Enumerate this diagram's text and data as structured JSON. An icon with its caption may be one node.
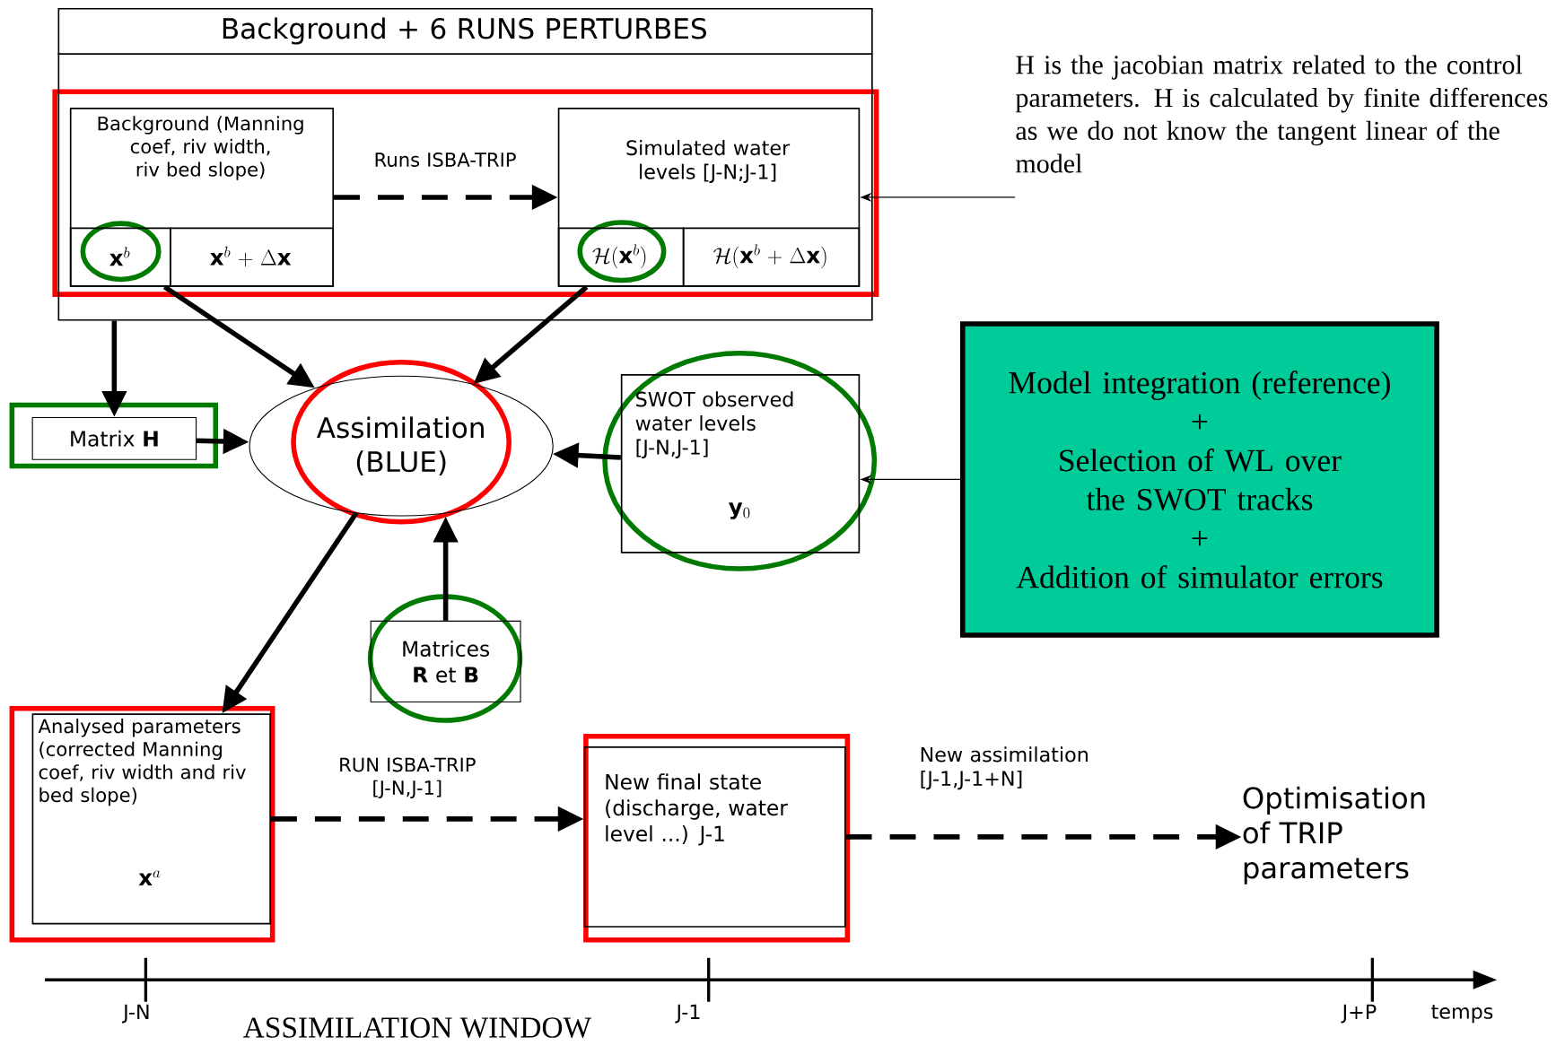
{
  "diagram": {
    "nodes": [
      {
        "text": [
          "Background + 6 RUNS PERTURBES"
        ]
      },
      {
        "text": [
          "Background (Manning coef, riv width, riv bed slope)"
        ],
        "in": 0
      },
      {
        "text": [
          "\\mathbf{x}^b"
        ],
        "in": 1
      },
      {
        "text": [
          "\\mathbf{x}^b+\\Delta\\mathbf{x}"
        ],
        "in": 1
      },
      {
        "text": [
          "Simulated water levels [J-N;J-1]"
        ],
        "in": 0
      },
      {
        "text": [
          "\\mathcal{H}(\\mathbf{x}^b)"
        ],
        "in": 4
      },
      {
        "text": [
          "\\mathcal{H}(\\mathbf{x}^b+\\Delta\\mathbf{x})"
        ],
        "in": 4
      },
      {
        "text": [
          "Matrix **H**"
        ]
      },
      {
        "text": [
          "Assimilation (BLUE)"
        ]
      },
      {
        "text": [
          "SWOT observed water levels [J-N,J-1]",
          "\\mathbf{y}_0"
        ]
      },
      {
        "text": [
          "Matrices **R** et **B**"
        ]
      },
      {
        "text": [
          "Model integration (reference)",
          "+",
          "Selection of WL over the SWOT tracks",
          "+",
          "Addition of simulator errors"
        ]
      },
      {
        "text": [
          "H is the jacobian matrix related to the control parameters. H is calculated by finite differences as we do not know the tangent linear of the model"
        ]
      },
      {
        "text": [
          "Analysed parameters (corrected Manning coef, riv width and riv bed slope)",
          "\\mathbf{x}^a"
        ]
      },
      {
        "text": [
          "New final state (discharge, water level ...) J-1"
        ]
      },
      {
        "text": [
          "Optimisation of TRIP parameters"
        ]
      }
    ],
    "edges": [
      {
        "from": 1,
        "to": 4,
        "arrow": "to",
        "label": "Runs ISBA-TRIP",
        "style": "dashed"
      },
      {
        "from": 2,
        "to": 8,
        "arrow": "to"
      },
      {
        "from": 5,
        "to": 8,
        "arrow": "to"
      },
      {
        "from": 0,
        "to": 7,
        "arrow": "to"
      },
      {
        "from": 7,
        "to": 8,
        "arrow": "to"
      },
      {
        "from": 9,
        "to": 8,
        "arrow": "to"
      },
      {
        "from": 10,
        "to": 8,
        "arrow": "to"
      },
      {
        "from": 8,
        "to": 13,
        "arrow": "to"
      },
      {
        "from": 13,
        "to": 14,
        "arrow": "to",
        "label": "RUN ISBA-TRIP [J-N,J-1]",
        "style": "dashed"
      },
      {
        "from": 14,
        "to": 15,
        "arrow": "to",
        "label": "New assimilation [J-1,J-1+N]",
        "style": "dashed"
      },
      {
        "from": 12,
        "to": 4,
        "arrow": "to"
      },
      {
        "from": 11,
        "to": 9,
        "arrow": "to"
      }
    ],
    "labels": [
      "J-N",
      "J-1",
      "J+P",
      "temps",
      "ASSIMILATION WINDOW"
    ]
  }
}
